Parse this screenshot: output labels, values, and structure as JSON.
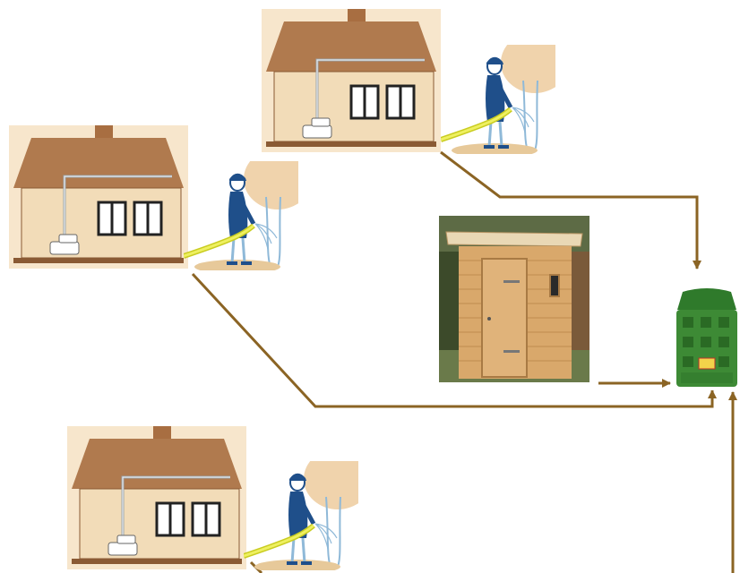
{
  "diagram": {
    "colors": {
      "arrow": "#8b6424",
      "roof": "#b07a4e",
      "wall": "#f2dcb8",
      "panel_bg": "#f7e6cc",
      "person": "#1f4f8a",
      "hose": "#e6e83a",
      "tree": "#f0d3ac",
      "ground": "#e7c99a",
      "composter": "#3d8a35",
      "outhouse_wood": "#d9a86b"
    },
    "nodes": [
      {
        "id": "house-watering-top",
        "icon": "house-with-dry-toilet-and-garden-watering"
      },
      {
        "id": "house-watering-left",
        "icon": "house-with-dry-toilet-and-garden-watering"
      },
      {
        "id": "house-watering-bottom",
        "icon": "house-with-dry-toilet-and-garden-watering"
      },
      {
        "id": "wooden-outhouse",
        "icon": "wooden-outhouse-photo"
      },
      {
        "id": "compost-bin",
        "icon": "green-compost-bin-photo"
      }
    ],
    "edges": [
      {
        "from": "house-watering-top",
        "to": "compost-bin"
      },
      {
        "from": "house-watering-left",
        "to": "compost-bin"
      },
      {
        "from": "wooden-outhouse",
        "to": "compost-bin"
      },
      {
        "from": "house-watering-bottom",
        "to": "compost-bin"
      }
    ]
  }
}
